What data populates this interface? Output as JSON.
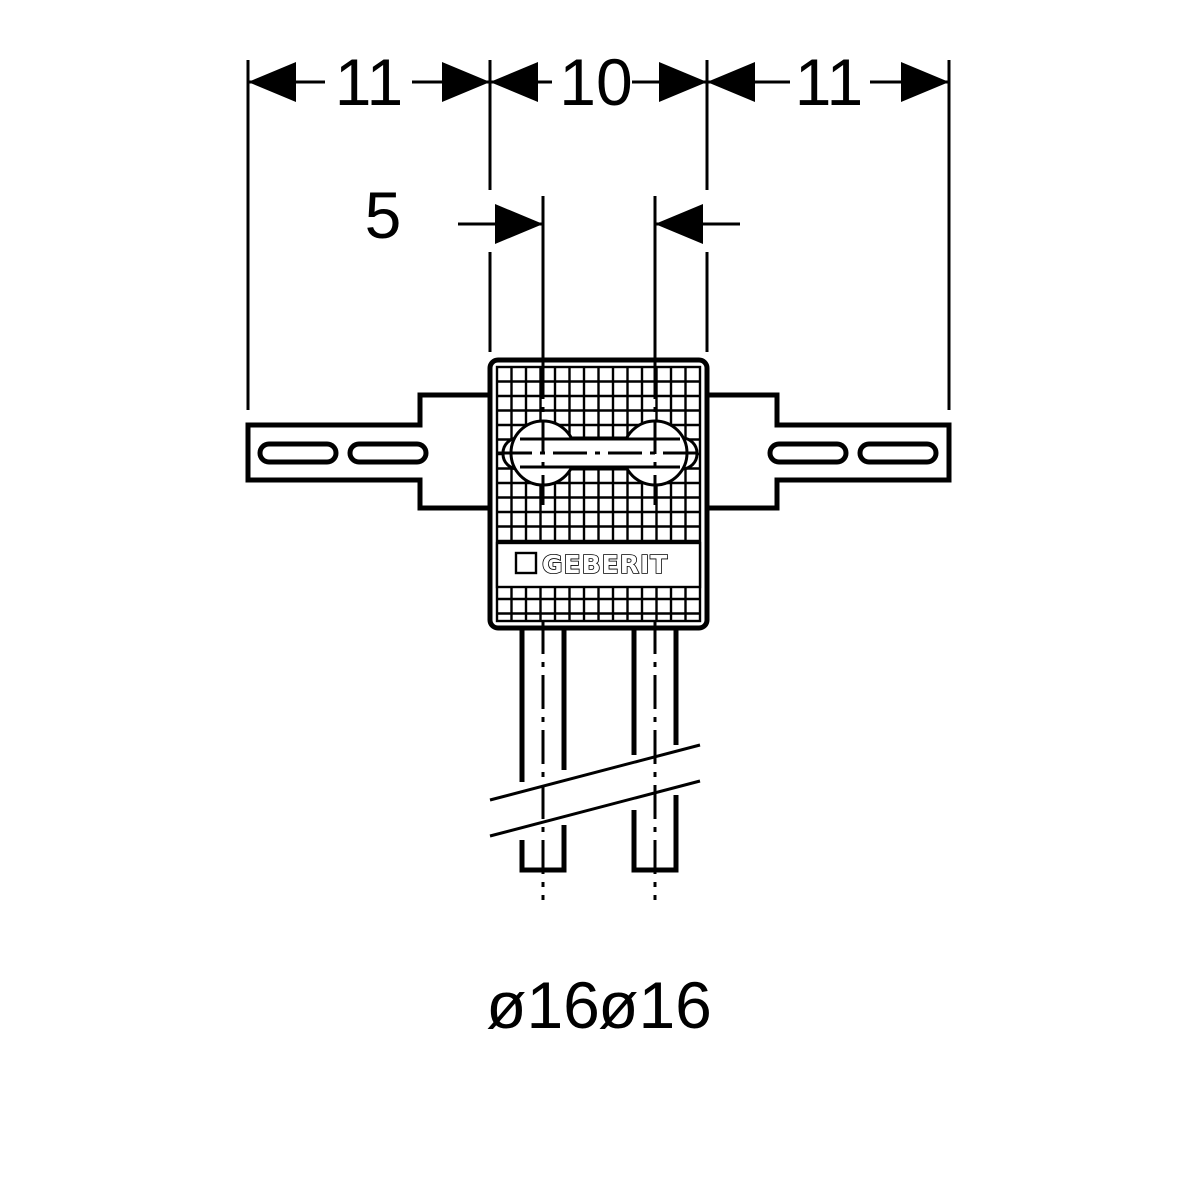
{
  "dimensions": {
    "left_width": "11",
    "center_width": "10",
    "right_width": "11",
    "offset": "5"
  },
  "pipes": {
    "left_diameter": "ø16",
    "right_diameter": "ø16"
  },
  "logo": {
    "brand": "GEBERIT"
  },
  "colors": {
    "line": "#000000",
    "background": "#ffffff"
  }
}
